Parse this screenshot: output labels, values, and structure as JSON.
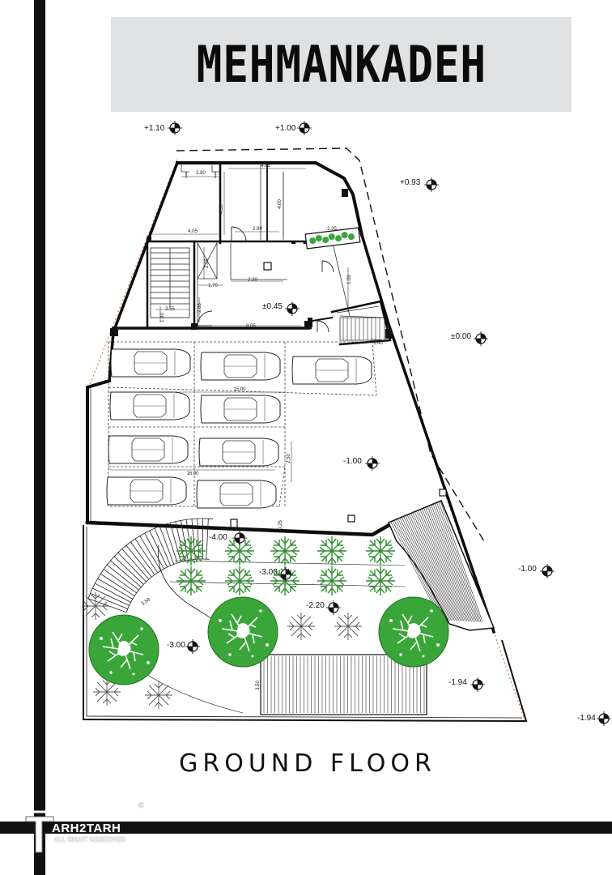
{
  "title": "MEHMANKADEH",
  "subtitle": "GROUND FLOOR",
  "logo": {
    "name": "ARH2TARH",
    "rights": "ALL RIGHT RESERVED",
    "copyright": "©"
  },
  "levels": [
    {
      "id": "lvl-1",
      "label": "+1.10"
    },
    {
      "id": "lvl-2",
      "label": "+1.00"
    },
    {
      "id": "lvl-3",
      "label": "+0.93"
    },
    {
      "id": "lvl-4",
      "label": "±0.45"
    },
    {
      "id": "lvl-5",
      "label": "±0.00"
    },
    {
      "id": "lvl-6",
      "label": "-1.00"
    },
    {
      "id": "lvl-7",
      "label": "-1.00"
    },
    {
      "id": "lvl-8",
      "label": "-4.00"
    },
    {
      "id": "lvl-9",
      "label": "-3.00"
    },
    {
      "id": "lvl-10",
      "label": "-2.20"
    },
    {
      "id": "lvl-11",
      "label": "-3.00"
    },
    {
      "id": "lvl-12",
      "label": "-1.94"
    },
    {
      "id": "lvl-13",
      "label": "-1.94"
    }
  ],
  "dimensions": [
    "2.80",
    "4.05",
    "4.30",
    "4.00",
    "4.05",
    "2.90",
    "2.35",
    "2.05",
    "1.70",
    "2.30",
    "1.00",
    "2.55",
    "1.40",
    "2.85",
    "8.05",
    "1.40",
    "15.00",
    "16.00",
    "2.50",
    "0.25",
    "3.58",
    "3.50"
  ],
  "colors": {
    "tree_fill": "#3aa63a",
    "hatch": "#333333",
    "wall": "#0d0d0d",
    "title_bg": "#dfe1e2"
  }
}
